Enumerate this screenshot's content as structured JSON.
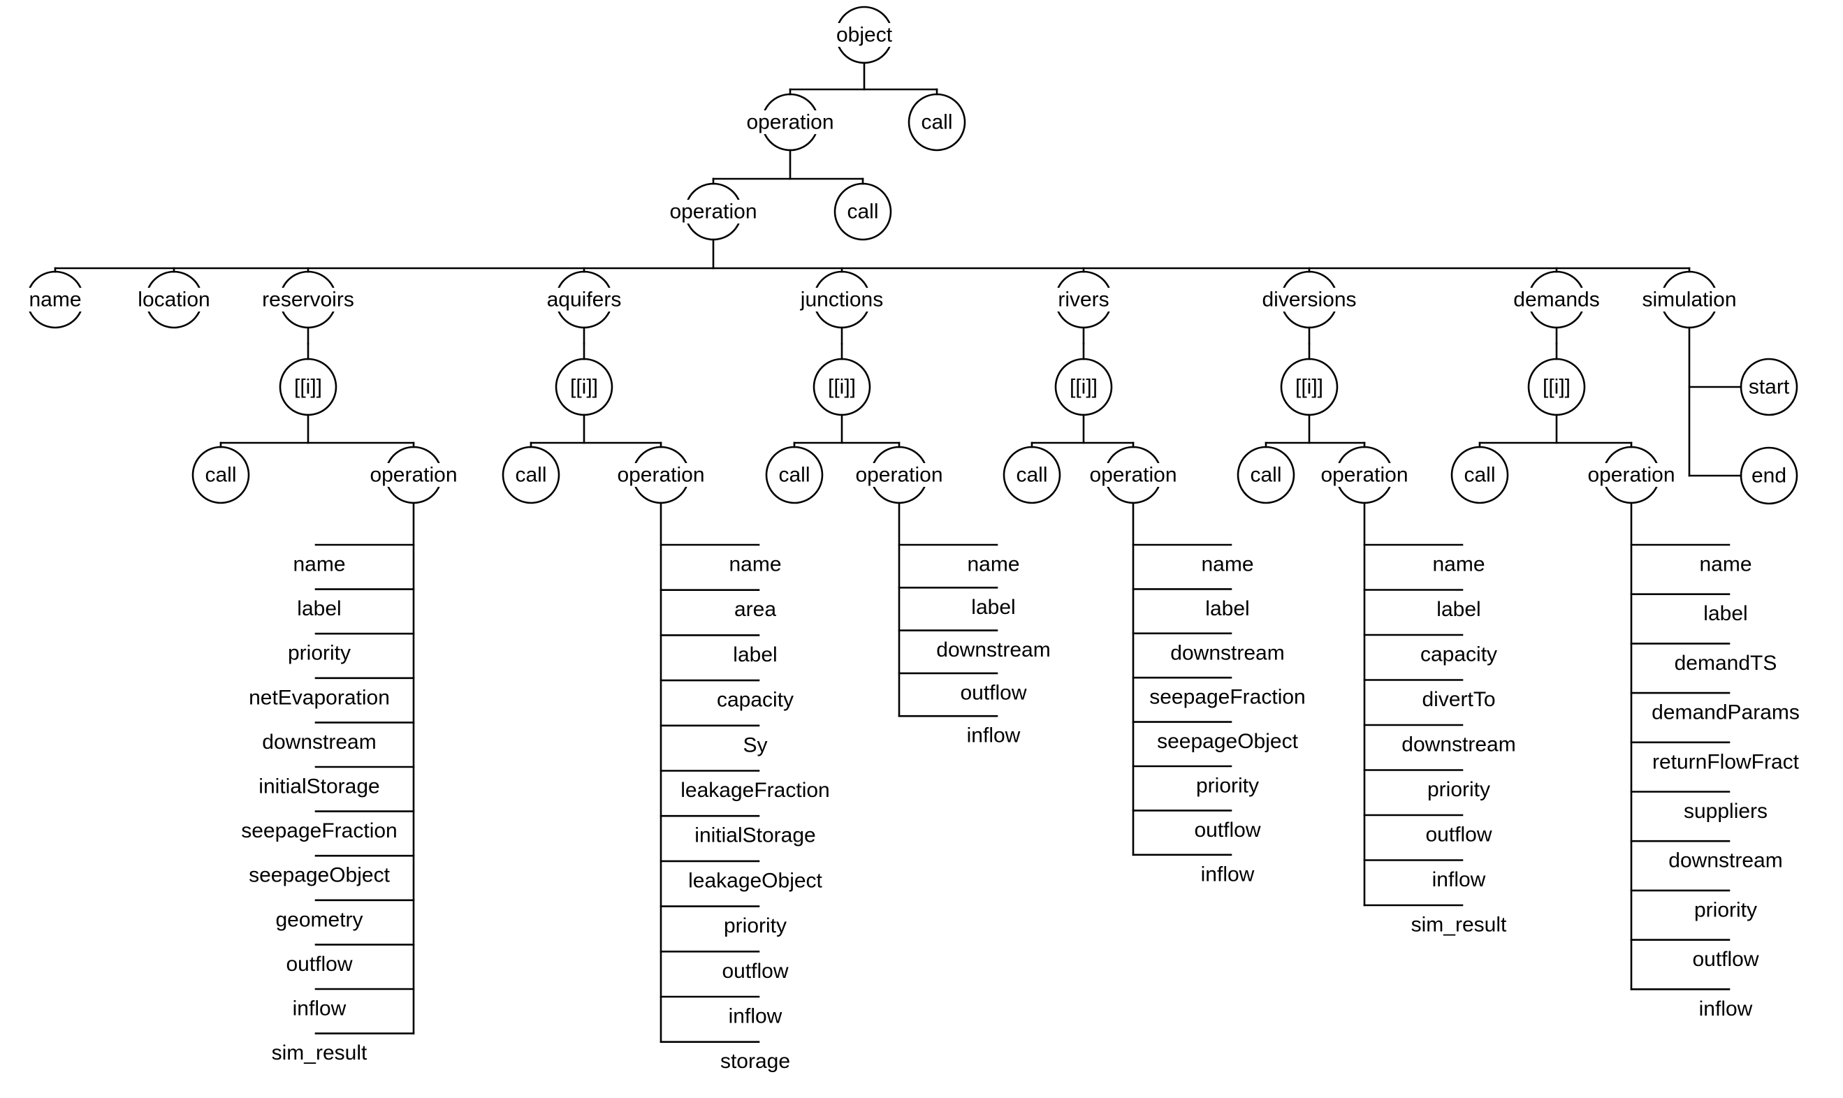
{
  "colors": {
    "background": "#ffffff",
    "stroke": "#000000",
    "text": "#000000"
  },
  "diagram": {
    "type": "tree",
    "root": {
      "id": "object",
      "label": "object",
      "children": [
        {
          "id": "operation-1",
          "label": "operation",
          "children": [
            {
              "id": "operation-2",
              "label": "operation",
              "children": [
                {
                  "id": "name",
                  "label": "name"
                },
                {
                  "id": "location",
                  "label": "location"
                },
                {
                  "id": "reservoirs",
                  "label": "reservoirs",
                  "children": [
                    {
                      "id": "reservoirs-i",
                      "label": "[[i]]",
                      "children": [
                        {
                          "id": "reservoirs-call",
                          "label": "call"
                        },
                        {
                          "id": "reservoirs-operation",
                          "label": "operation",
                          "attributes": [
                            "name",
                            "label",
                            "priority",
                            "netEvaporation",
                            "downstream",
                            "initialStorage",
                            "seepageFraction",
                            "seepageObject",
                            "geometry",
                            "outflow",
                            "inflow",
                            "sim_result"
                          ]
                        }
                      ]
                    }
                  ]
                },
                {
                  "id": "aquifers",
                  "label": "aquifers",
                  "children": [
                    {
                      "id": "aquifers-i",
                      "label": "[[i]]",
                      "children": [
                        {
                          "id": "aquifers-call",
                          "label": "call"
                        },
                        {
                          "id": "aquifers-operation",
                          "label": "operation",
                          "attributes": [
                            "name",
                            "area",
                            "label",
                            "capacity",
                            "Sy",
                            "leakageFraction",
                            "initialStorage",
                            "leakageObject",
                            "priority",
                            "outflow",
                            "inflow",
                            "storage"
                          ]
                        }
                      ]
                    }
                  ]
                },
                {
                  "id": "junctions",
                  "label": "junctions",
                  "children": [
                    {
                      "id": "junctions-i",
                      "label": "[[i]]",
                      "children": [
                        {
                          "id": "junctions-call",
                          "label": "call"
                        },
                        {
                          "id": "junctions-operation",
                          "label": "operation",
                          "attributes": [
                            "name",
                            "label",
                            "downstream",
                            "outflow",
                            "inflow"
                          ]
                        }
                      ]
                    }
                  ]
                },
                {
                  "id": "rivers",
                  "label": "rivers",
                  "children": [
                    {
                      "id": "rivers-i",
                      "label": "[[i]]",
                      "children": [
                        {
                          "id": "rivers-call",
                          "label": "call"
                        },
                        {
                          "id": "rivers-operation",
                          "label": "operation",
                          "attributes": [
                            "name",
                            "label",
                            "downstream",
                            "seepageFraction",
                            "seepageObject",
                            "priority",
                            "outflow",
                            "inflow"
                          ]
                        }
                      ]
                    }
                  ]
                },
                {
                  "id": "diversions",
                  "label": "diversions",
                  "children": [
                    {
                      "id": "diversions-i",
                      "label": "[[i]]",
                      "children": [
                        {
                          "id": "diversions-call",
                          "label": "call"
                        },
                        {
                          "id": "diversions-operation",
                          "label": "operation",
                          "attributes": [
                            "name",
                            "label",
                            "capacity",
                            "divertTo",
                            "downstream",
                            "priority",
                            "outflow",
                            "inflow",
                            "sim_result"
                          ]
                        }
                      ]
                    }
                  ]
                },
                {
                  "id": "demands",
                  "label": "demands",
                  "children": [
                    {
                      "id": "demands-i",
                      "label": "[[i]]",
                      "children": [
                        {
                          "id": "demands-call",
                          "label": "call"
                        },
                        {
                          "id": "demands-operation",
                          "label": "operation",
                          "attributes": [
                            "name",
                            "label",
                            "demandTS",
                            "demandParams",
                            "returnFlowFract",
                            "suppliers",
                            "downstream",
                            "priority",
                            "outflow",
                            "inflow"
                          ]
                        }
                      ]
                    }
                  ]
                },
                {
                  "id": "simulation",
                  "label": "simulation",
                  "children": [
                    {
                      "id": "start",
                      "label": "start"
                    },
                    {
                      "id": "end",
                      "label": "end"
                    }
                  ]
                }
              ]
            },
            {
              "id": "call-2",
              "label": "call"
            }
          ]
        },
        {
          "id": "call-1",
          "label": "call"
        }
      ]
    }
  }
}
